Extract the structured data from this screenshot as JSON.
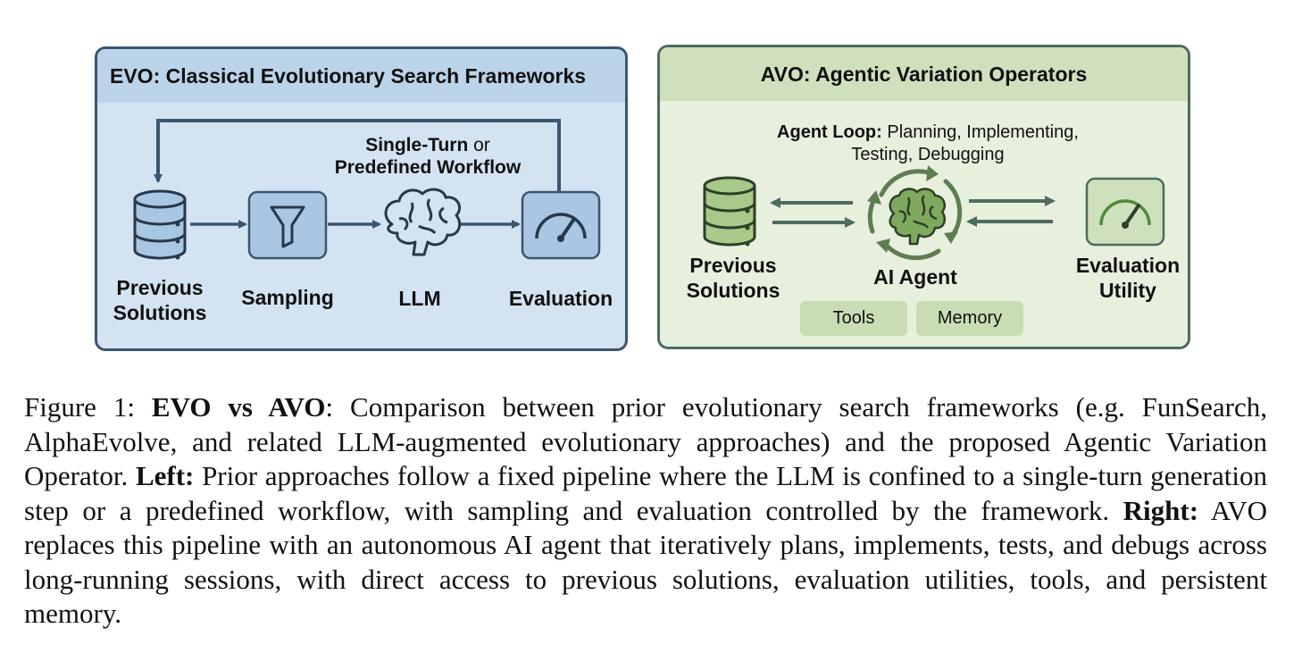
{
  "evo": {
    "title": "EVO: Classical Evolutionary Search Frameworks",
    "workflow_bold": "Single-Turn",
    "workflow_or": " or",
    "workflow_line2": "Predefined Workflow",
    "previous_line1": "Previous",
    "previous_line2": "Solutions",
    "sampling": "Sampling",
    "llm": "LLM",
    "evaluation": "Evaluation",
    "colors": {
      "border": "#3b5670",
      "header": "#bcd4ea",
      "body": "#d4e3f2",
      "icon_fill": "#a9c6e3"
    }
  },
  "avo": {
    "title": "AVO: Agentic Variation Operators",
    "loop_bold": "Agent Loop:",
    "loop_rest1": " Planning, Implementing,",
    "loop_line2": "Testing, Debugging",
    "previous_line1": "Previous",
    "previous_line2": "Solutions",
    "agent": "AI Agent",
    "eval_line1": "Evaluation",
    "eval_line2": "Utility",
    "tools": "Tools",
    "memory": "Memory",
    "colors": {
      "border": "#4e6b5f",
      "header": "#cfe0bd",
      "body": "#e7efdd",
      "icon_fill": "#a8c98a"
    }
  },
  "icons": [
    "database-icon",
    "filter-icon",
    "brain-icon",
    "gauge-icon",
    "cycle-arrows-icon"
  ],
  "caption": {
    "figure_label": "Figure 1: ",
    "title_bold": "EVO vs AVO",
    "text1": ": Comparison between prior evolutionary search frameworks (e.g. FunSearch, AlphaEvolve, and related LLM-augmented evolutionary approaches) and the proposed Agentic Variation Operator. ",
    "left_bold": "Left:",
    "text2": " Prior approaches follow a fixed pipeline where the LLM is confined to a single-turn generation step or a predefined workflow, with sampling and evaluation controlled by the framework. ",
    "right_bold": "Right:",
    "text3": " AVO replaces this pipeline with an autonomous AI agent that iteratively plans, implements, tests, and debugs across long-running sessions, with direct access to previous solutions, evaluation utilities, tools, and persistent memory."
  }
}
